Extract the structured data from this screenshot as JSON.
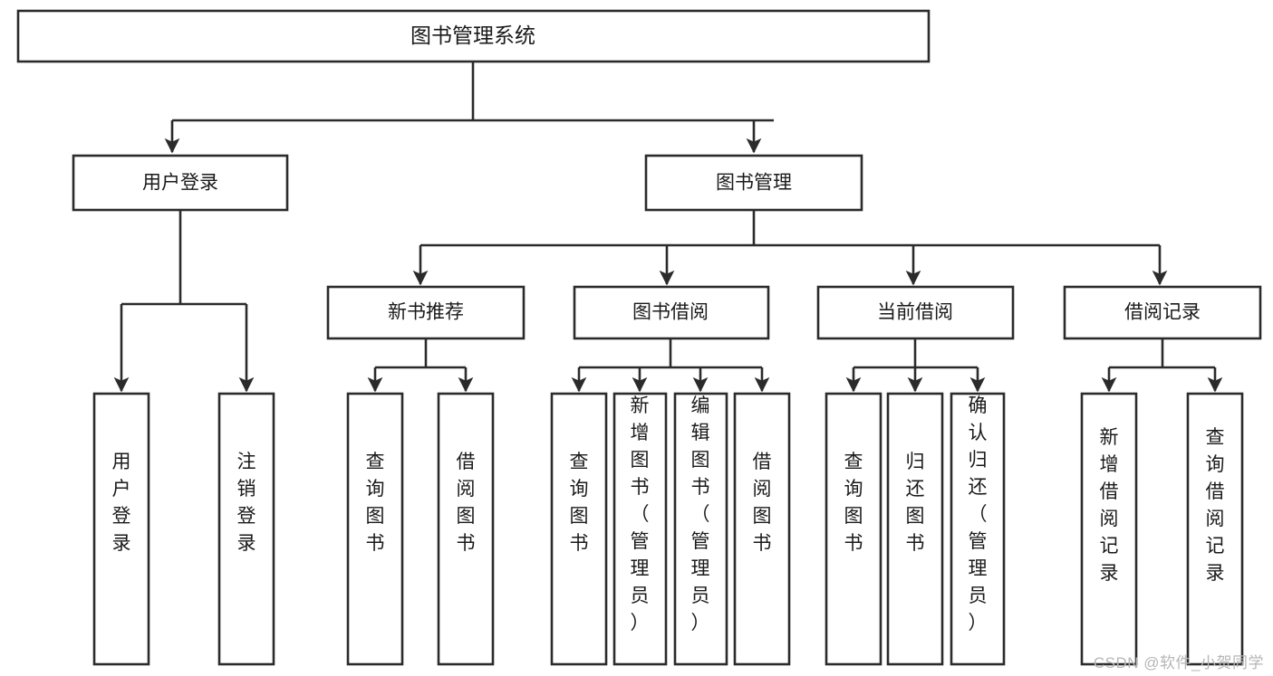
{
  "diagram": {
    "title": "图书管理系统",
    "type": "tree",
    "watermark": "CSDN @软件_小贺同学",
    "colors": {
      "stroke": "#2b2b2b",
      "fill": "#ffffff",
      "text": "#1a1a1a",
      "watermark": "#b6b6b6"
    },
    "root": {
      "id": "root",
      "label": "图书管理系统"
    },
    "level2": [
      {
        "id": "user-login",
        "label": "用户登录"
      },
      {
        "id": "book-manage",
        "label": "图书管理"
      }
    ],
    "level3": [
      {
        "id": "new-book-recommend",
        "label": "新书推荐",
        "parent": "book-manage"
      },
      {
        "id": "book-borrow",
        "label": "图书借阅",
        "parent": "book-manage"
      },
      {
        "id": "current-borrow",
        "label": "当前借阅",
        "parent": "book-manage"
      },
      {
        "id": "borrow-record",
        "label": "借阅记录",
        "parent": "book-manage"
      }
    ],
    "leaves": [
      {
        "id": "leaf-user-login",
        "label": "用户登录",
        "parent": "user-login"
      },
      {
        "id": "leaf-logout",
        "label": "注销登录",
        "parent": "user-login"
      },
      {
        "id": "leaf-query-book-1",
        "label": "查询图书",
        "parent": "new-book-recommend"
      },
      {
        "id": "leaf-borrow-book-1",
        "label": "借阅图书",
        "parent": "new-book-recommend"
      },
      {
        "id": "leaf-query-book-2",
        "label": "查询图书",
        "parent": "book-borrow"
      },
      {
        "id": "leaf-add-book",
        "label": "新增图书（管理员）",
        "parent": "book-borrow"
      },
      {
        "id": "leaf-edit-book",
        "label": "编辑图书（管理员）",
        "parent": "book-borrow"
      },
      {
        "id": "leaf-borrow-book-2",
        "label": "借阅图书",
        "parent": "book-borrow"
      },
      {
        "id": "leaf-query-book-3",
        "label": "查询图书",
        "parent": "current-borrow"
      },
      {
        "id": "leaf-return-book",
        "label": "归还图书",
        "parent": "current-borrow"
      },
      {
        "id": "leaf-confirm-return",
        "label": "确认归还（管理员）",
        "parent": "current-borrow"
      },
      {
        "id": "leaf-add-record",
        "label": "新增借阅记录",
        "parent": "borrow-record"
      },
      {
        "id": "leaf-query-record",
        "label": "查询借阅记录",
        "parent": "borrow-record"
      }
    ]
  }
}
